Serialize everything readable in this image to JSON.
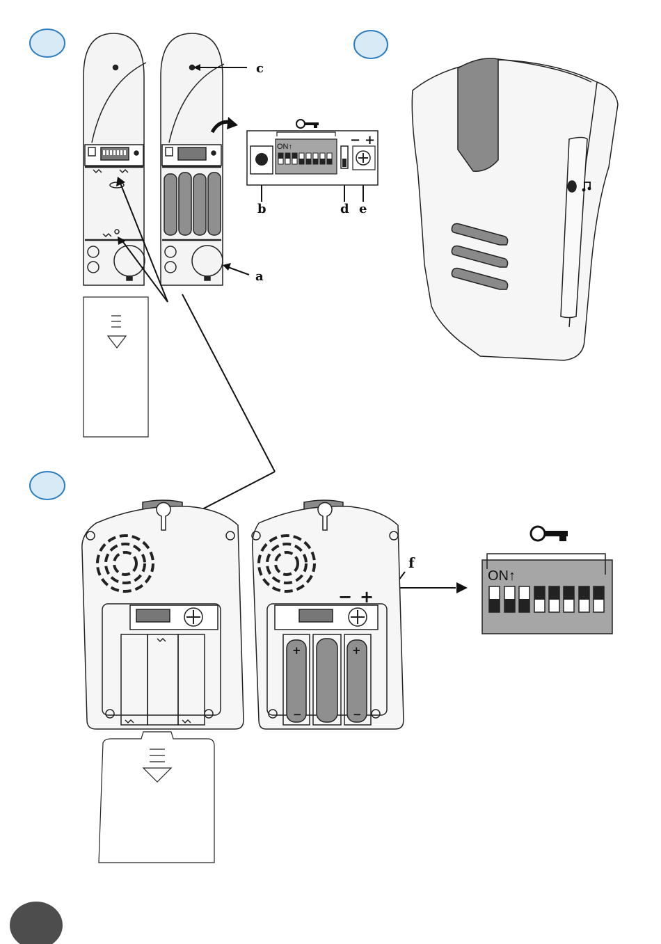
{
  "callouts": {
    "a": "a",
    "b": "b",
    "c": "c",
    "d": "d",
    "e": "e",
    "f": "f"
  },
  "dip_panel_small": {
    "on_label": "ON↑",
    "minus": "−",
    "plus": "+"
  },
  "dip_panel_large": {
    "on_label": "ON↑",
    "minus": "−",
    "plus": "+"
  },
  "battery_polarity": {
    "plus": "+",
    "minus": "−"
  },
  "icons": [
    "key-icon",
    "music-note-icon",
    "open-arrow-icon",
    "step-number-badge"
  ],
  "colors": {
    "badge_fill": "#d8eaf6",
    "badge_stroke": "#2a7cc0",
    "dark_badge": "#4d4d4d",
    "dip_panel_bg": "#a6a6a6",
    "battery_fill": "#8f8f8f"
  }
}
